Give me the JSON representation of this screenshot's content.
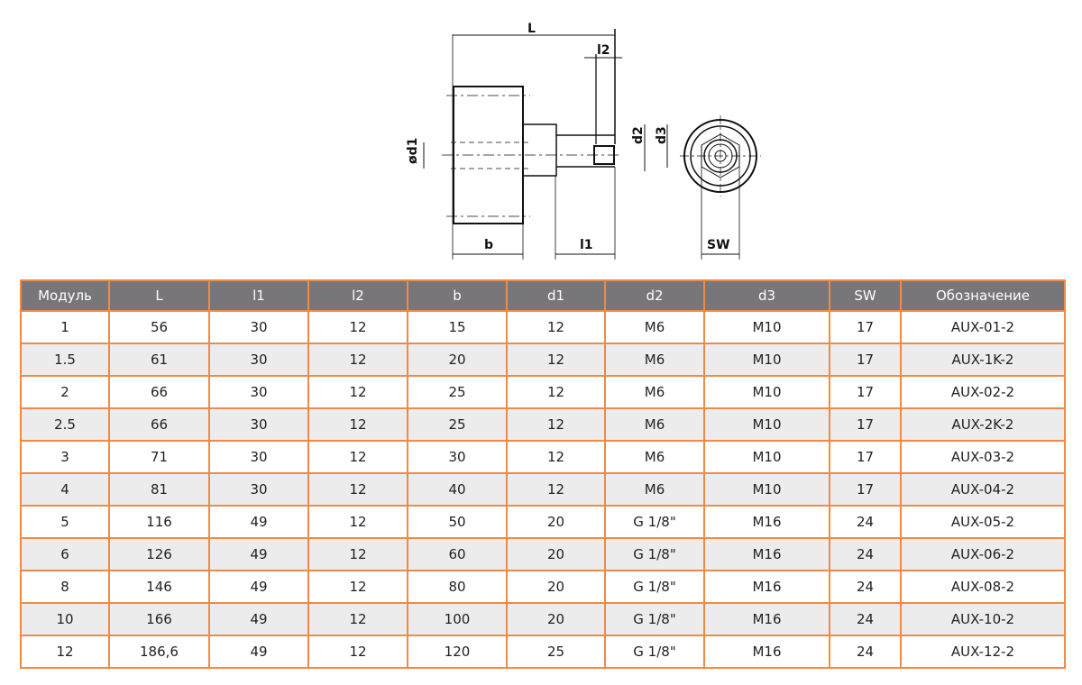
{
  "drawing": {
    "labels": {
      "L": "L",
      "l2": "l2",
      "d2": "d2",
      "d3": "d3",
      "d1": "ød1",
      "b": "b",
      "l1": "l1",
      "SW": "SW"
    }
  },
  "table": {
    "headers": [
      "Модуль",
      "L",
      "l1",
      "l2",
      "b",
      "d1",
      "d2",
      "d3",
      "SW",
      "Обозначение"
    ],
    "rows": [
      [
        "1",
        "56",
        "30",
        "12",
        "15",
        "12",
        "M6",
        "M10",
        "17",
        "AUX-01-2"
      ],
      [
        "1.5",
        "61",
        "30",
        "12",
        "20",
        "12",
        "M6",
        "M10",
        "17",
        "AUX-1K-2"
      ],
      [
        "2",
        "66",
        "30",
        "12",
        "25",
        "12",
        "M6",
        "M10",
        "17",
        "AUX-02-2"
      ],
      [
        "2.5",
        "66",
        "30",
        "12",
        "25",
        "12",
        "M6",
        "M10",
        "17",
        "AUX-2K-2"
      ],
      [
        "3",
        "71",
        "30",
        "12",
        "30",
        "12",
        "M6",
        "M10",
        "17",
        "AUX-03-2"
      ],
      [
        "4",
        "81",
        "30",
        "12",
        "40",
        "12",
        "M6",
        "M10",
        "17",
        "AUX-04-2"
      ],
      [
        "5",
        "116",
        "49",
        "12",
        "50",
        "20",
        "G 1/8\"",
        "M16",
        "24",
        "AUX-05-2"
      ],
      [
        "6",
        "126",
        "49",
        "12",
        "60",
        "20",
        "G 1/8\"",
        "M16",
        "24",
        "AUX-06-2"
      ],
      [
        "8",
        "146",
        "49",
        "12",
        "80",
        "20",
        "G 1/8\"",
        "M16",
        "24",
        "AUX-08-2"
      ],
      [
        "10",
        "166",
        "49",
        "12",
        "100",
        "20",
        "G 1/8\"",
        "M16",
        "24",
        "AUX-10-2"
      ],
      [
        "12",
        "186,6",
        "49",
        "12",
        "120",
        "25",
        "G 1/8\"",
        "M16",
        "24",
        "AUX-12-2"
      ]
    ]
  }
}
